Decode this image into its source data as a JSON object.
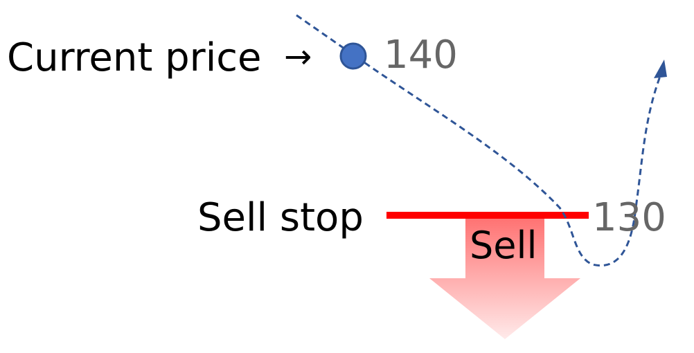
{
  "labels": {
    "current_price": "Current price",
    "current_price_arrow": "→",
    "current_value": "140",
    "sell_stop": "Sell stop",
    "stop_value": "130",
    "sell": "Sell"
  },
  "colors": {
    "price_path": "#2f5597",
    "current_price_dot": "#4472c4",
    "current_price_dot_border": "#2f5597",
    "stop_line": "#ff0000",
    "sell_arrow_top": "#ff7070",
    "sell_arrow_bottom": "#ffeaea",
    "value_text": "#666666",
    "label_text": "#000000"
  },
  "icons": {
    "current_price_marker": "circle-marker-icon",
    "sell_direction": "down-arrow-icon",
    "price_path_end": "arrowhead-icon"
  }
}
